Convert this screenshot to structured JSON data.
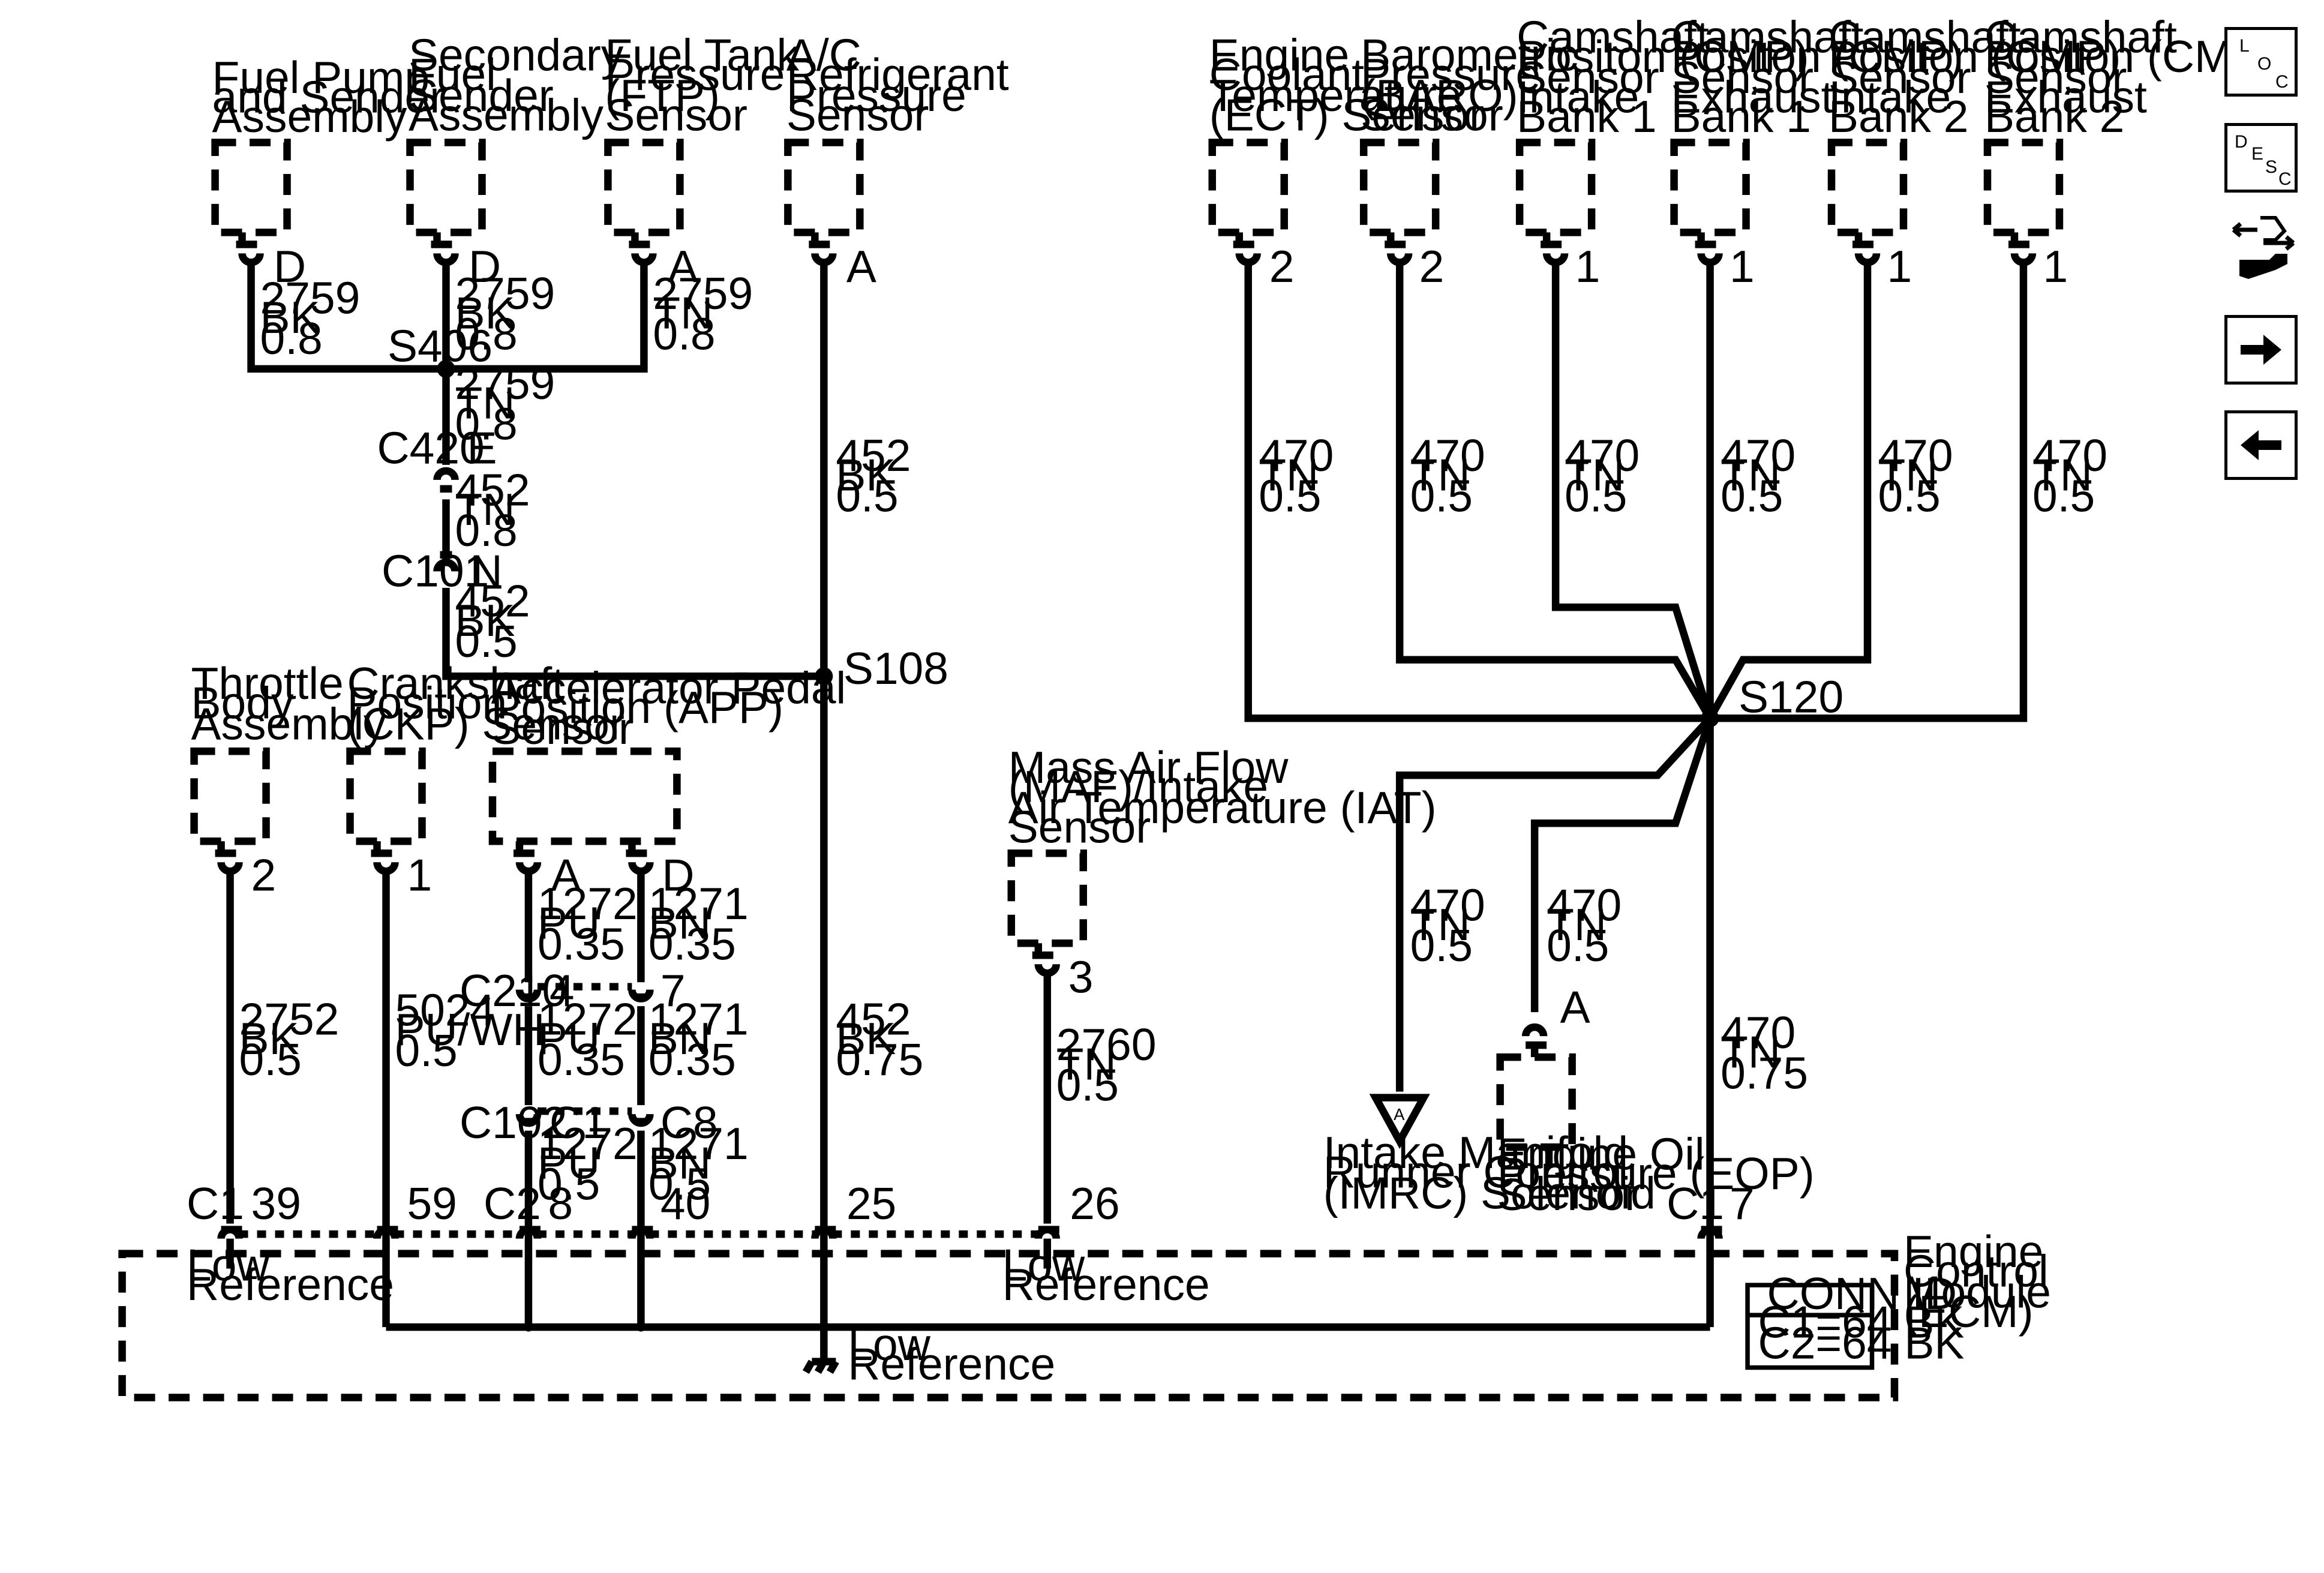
{
  "components": {
    "fuel_pump": [
      "Fuel Pump",
      "and Sender",
      "Assembly"
    ],
    "sec_fuel": [
      "Secondary",
      "Fuel",
      "Sender",
      "Assembly"
    ],
    "ftp": [
      "Fuel Tank",
      "Pressure",
      "(FTP)",
      "Sensor"
    ],
    "ac": [
      "A/C",
      "Refrigerant",
      "Pressure",
      "Sensor"
    ],
    "ect": [
      "Engine",
      "Coolant",
      "Temperature",
      "(ECT) Sensor"
    ],
    "baro": [
      "Barometric",
      "Pressure",
      "(BARO)",
      "Sensor"
    ],
    "cmp_i1": [
      "Camshaft",
      "Positon (CMP)",
      "Sensor",
      "Intake",
      "Bank 1"
    ],
    "cmp_e1": [
      "Camshaft",
      "Positon (CMP)",
      "Sensor",
      "Exhaust",
      "Bank 1"
    ],
    "cmp_i2": [
      "Camshaft",
      "Positon (CMP)",
      "Sensor",
      "Intake",
      "Bank 2"
    ],
    "cmp_e2": [
      "Camshaft",
      "Positon (CMP)",
      "Sensor",
      "Exhaust",
      "Bank 2"
    ],
    "throttle": [
      "Throttle",
      "Body",
      "Assembly"
    ],
    "ckp": [
      "Crankshaft",
      "Position",
      "(CKP) Sensor"
    ],
    "app": [
      "Accelerator Pedal",
      "Position (APP)",
      "Sensor"
    ],
    "maf": [
      "Mass Air Flow",
      "(MAF)/Intake",
      "Air Temperature (IAT)",
      "Sensor"
    ],
    "imrc": [
      "Intake Manifold",
      "Runner Control",
      "(IMRC) Solenoid"
    ],
    "eop": [
      "Engine Oil",
      "Pressure (EOP)",
      "Sensor"
    ],
    "ecm": [
      "Engine",
      "Control",
      "Module",
      "(ECM)"
    ]
  },
  "pins": {
    "fuel_pump": "D",
    "sec_fuel": "D",
    "ftp": "A",
    "ac": "A",
    "ect": "2",
    "baro": "2",
    "cmp_i1": "1",
    "cmp_e1": "1",
    "cmp_i2": "1",
    "cmp_e2": "1",
    "throttle": "2",
    "ckp": "1",
    "app_a": "A",
    "app_d": "D",
    "maf": "3",
    "eop": "A",
    "c420": "E",
    "c101": "N",
    "c210_a": "4",
    "c210_b": "7",
    "c102_a": "C1",
    "c102_b": "C8",
    "ecm_39": "39",
    "ecm_59": "59",
    "ecm_8": "8",
    "ecm_40": "40",
    "ecm_25": "25",
    "ecm_26": "26",
    "ecm_7": "7",
    "ecm_c1_left": "C1",
    "ecm_c2": "C2",
    "ecm_c1_right": "C1"
  },
  "wires": {
    "fuel_pump": [
      "2759",
      "BK",
      "0.8"
    ],
    "sec_fuel": [
      "2759",
      "BK",
      "0.8"
    ],
    "ftp": [
      "2759",
      "TN",
      "0.8"
    ],
    "s406_down": [
      "2759",
      "TN",
      "0.8"
    ],
    "c420_c101": [
      "452",
      "TN",
      "0.8"
    ],
    "c101_s108": [
      "452",
      "BK",
      "0.5"
    ],
    "ac": [
      "452",
      "BK",
      "0.5"
    ],
    "s108_ecm": [
      "452",
      "BK",
      "0.75"
    ],
    "ect": [
      "470",
      "TN",
      "0.5"
    ],
    "baro": [
      "470",
      "TN",
      "0.5"
    ],
    "cmp_i1": [
      "470",
      "TN",
      "0.5"
    ],
    "cmp_e1": [
      "470",
      "TN",
      "0.5"
    ],
    "cmp_i2": [
      "470",
      "TN",
      "0.5"
    ],
    "cmp_e2": [
      "470",
      "TN",
      "0.5"
    ],
    "imrc": [
      "470",
      "TN",
      "0.5"
    ],
    "eop": [
      "470",
      "TN",
      "0.5"
    ],
    "s120_ecm": [
      "470",
      "TN",
      "0.75"
    ],
    "throttle": [
      "2752",
      "BK",
      "0.5"
    ],
    "ckp": [
      "5024",
      "PU/WH",
      "0.5"
    ],
    "app_a1": [
      "1272",
      "PU",
      "0.35"
    ],
    "app_d1": [
      "1271",
      "BN",
      "0.35"
    ],
    "app_a2": [
      "1272",
      "PU",
      "0.35"
    ],
    "app_d2": [
      "1271",
      "BN",
      "0.35"
    ],
    "app_a3": [
      "1272",
      "PU",
      "0.5"
    ],
    "app_d3": [
      "1271",
      "BN",
      "0.5"
    ],
    "maf": [
      "2760",
      "TN",
      "0.5"
    ]
  },
  "splices": {
    "s406": "S406",
    "s108": "S108",
    "s120": "S120"
  },
  "connectors": {
    "c420": "C420",
    "c101": "C101",
    "c210": "C210",
    "c102": "C102"
  },
  "ecm": {
    "low_ref_left": [
      "Low",
      "Reference"
    ],
    "low_ref_mid": [
      "Low",
      "Reference"
    ],
    "low_ref_ground": [
      "Low",
      "Reference"
    ],
    "conn_title": "CONN ID",
    "conn_c1": "C1=64 BK",
    "conn_c2": "C2=64 BK"
  },
  "imrc_ref": "A",
  "nav": {
    "loc": [
      "L",
      "O",
      "C"
    ],
    "desc": [
      "D",
      "E",
      "S",
      "C"
    ],
    "icons": [
      "connector-wrench-icon",
      "arrow-right-icon",
      "arrow-left-icon"
    ]
  }
}
